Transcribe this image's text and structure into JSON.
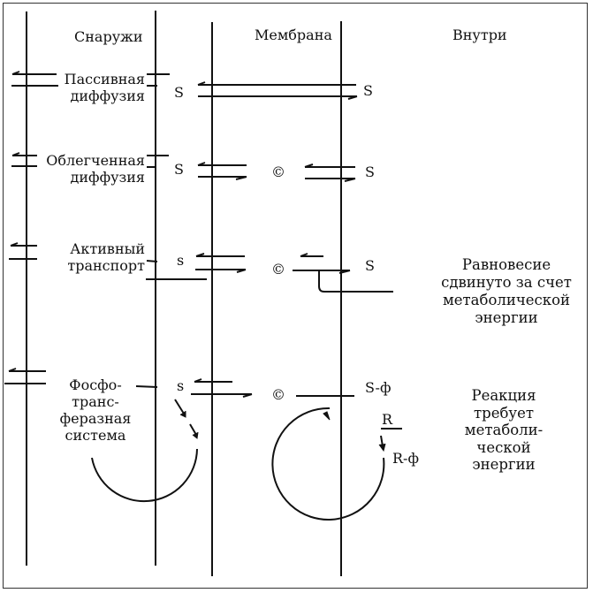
{
  "regions": {
    "outside": "Снаружи",
    "membrane": "Мембрана",
    "inside": "Внутри"
  },
  "rows": {
    "passive": {
      "label_line1": "Пассивная",
      "label_line2": "диффузия",
      "substrate_out": "S",
      "substrate_in": "S"
    },
    "facilitated": {
      "label_line1": "Облегченная",
      "label_line2": "диффузия",
      "substrate_out": "S",
      "carrier": "©",
      "substrate_in": "S"
    },
    "active": {
      "label_line1": "Активный",
      "label_line2": "транспорт",
      "substrate_out": "s",
      "carrier": "©",
      "substrate_in": "S",
      "note": [
        "Равновесие",
        "сдвинуто за счет",
        "метаболической",
        "энергии"
      ]
    },
    "phospho": {
      "label_lines": [
        "Фосфо-",
        "транс-",
        "феразная",
        "система"
      ],
      "substrate_out": "s",
      "carrier": "©",
      "product_in": "S-ф",
      "r_label": "R",
      "r_phospho": "R-ф",
      "note": [
        "Реакция",
        "требует",
        "метаболи-",
        "ческой",
        "энергии"
      ]
    }
  }
}
